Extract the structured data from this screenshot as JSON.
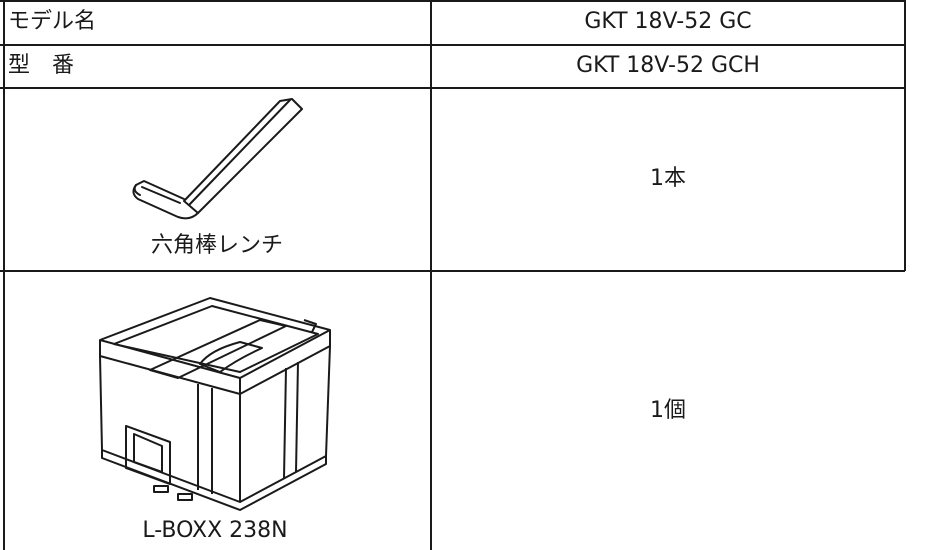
{
  "table": {
    "rows": [
      {
        "label": "モデル名",
        "value": "GKT 18V-52 GC"
      },
      {
        "label": "型　番",
        "value": "GKT 18V-52 GCH"
      }
    ],
    "accessories": [
      {
        "name": "六角棒レンチ",
        "icon": "hex-key-icon",
        "quantity": "1本"
      },
      {
        "name": "L-BOXX 238N",
        "icon": "tool-case-icon",
        "quantity": "1個"
      }
    ]
  }
}
